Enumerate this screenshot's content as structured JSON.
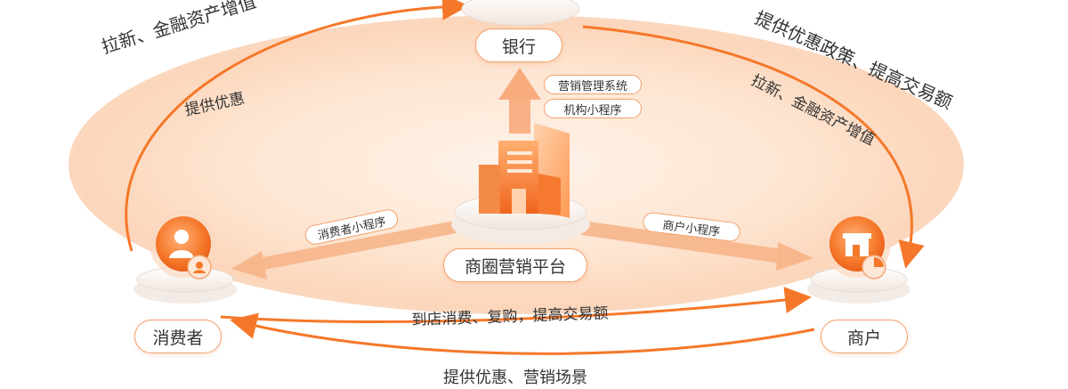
{
  "nodes": {
    "bank": "银行",
    "platform": "商圈营销平台",
    "consumer": "消费者",
    "merchant": "商户"
  },
  "channels": {
    "marketing_system": "营销管理系统",
    "institution_miniprogram": "机构小程序",
    "consumer_miniprogram": "消费者小程序",
    "merchant_miniprogram": "商户小程序"
  },
  "flows": {
    "consumer_to_bank_outer": "拉新、金融资产增值",
    "bank_to_consumer_inner": "提供优惠",
    "bank_to_merchant_outer": "提供优惠政策、提高交易额",
    "merchant_to_bank_inner": "拉新、金融资产增值",
    "consumer_to_merchant": "到店消费、复购，提高交易额",
    "merchant_to_consumer": "提供优惠、营销场景"
  },
  "colors": {
    "accent": "#f5782a",
    "accent_light": "#fbd7bd",
    "border": "#f2a06b",
    "text": "#333333"
  },
  "icons": {
    "platform": "office-building-icon",
    "consumer": "user-avatar-icon",
    "merchant": "storefront-icon"
  }
}
